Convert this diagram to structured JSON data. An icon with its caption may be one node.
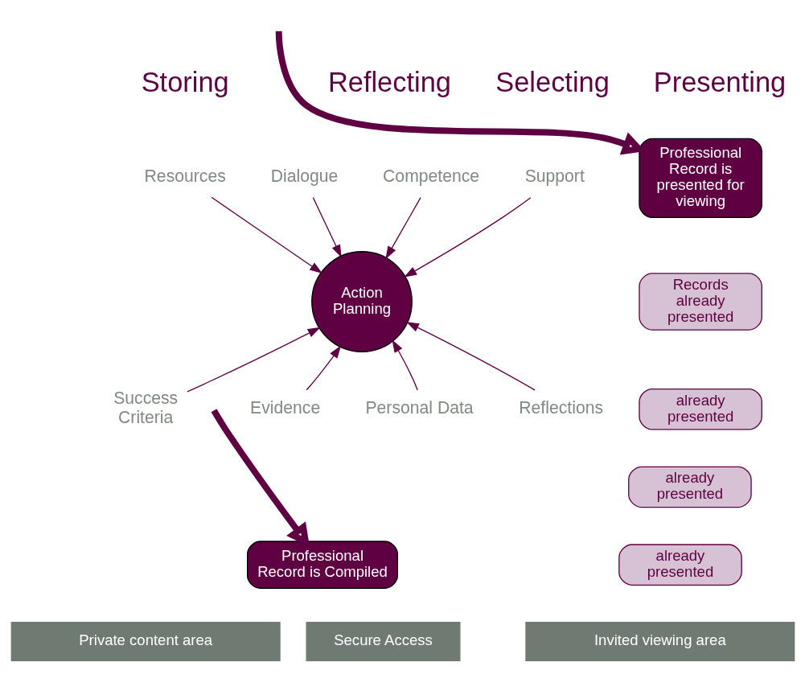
{
  "diagram": {
    "nodes": [
      {
        "text": [
          "Action Planning"
        ]
      },
      {
        "text": [
          "Dialogue"
        ]
      },
      {
        "text": [
          "Resources"
        ]
      },
      {
        "text": [
          "Competence"
        ]
      },
      {
        "text": [
          "Support"
        ]
      },
      {
        "text": [
          "Personal Data"
        ]
      },
      {
        "text": [
          "Reflections"
        ]
      },
      {
        "text": [
          "Success Criteria"
        ]
      },
      {
        "text": [
          "Evidence"
        ]
      },
      {
        "text": [
          "Professional Record is Compiled"
        ]
      },
      {
        "text": [
          "Professional Record is presented for viewing"
        ]
      },
      {
        "text": [
          "Records already presented"
        ]
      },
      {
        "text": [
          "already presented"
        ]
      },
      {
        "text": [
          "already presented"
        ]
      },
      {
        "text": [
          "already presented"
        ]
      },
      {
        "text": [
          "Private content area"
        ]
      },
      {
        "text": [
          "Secure Access"
        ]
      },
      {
        "text": [
          "Invited viewing area"
        ]
      }
    ],
    "edges": [
      {
        "from": 1,
        "to": 0,
        "arrow": "to"
      },
      {
        "from": 2,
        "to": 0,
        "arrow": "to"
      },
      {
        "from": 3,
        "to": 0,
        "arrow": "to"
      },
      {
        "from": 4,
        "to": 0,
        "arrow": "to"
      },
      {
        "from": 5,
        "to": 0,
        "arrow": "to"
      },
      {
        "from": 6,
        "to": 0,
        "arrow": "to"
      },
      {
        "from": 7,
        "to": 0,
        "arrow": "to"
      },
      {
        "from": 8,
        "to": 0,
        "arrow": "to"
      },
      {
        "from": null,
        "to": 9,
        "arrow": "to",
        "style": "thick"
      },
      {
        "from": null,
        "to": 10,
        "arrow": "to",
        "style": "thick"
      }
    ],
    "labels": [
      "Storing",
      "Reflecting",
      "Selecting",
      "Presenting"
    ]
  }
}
